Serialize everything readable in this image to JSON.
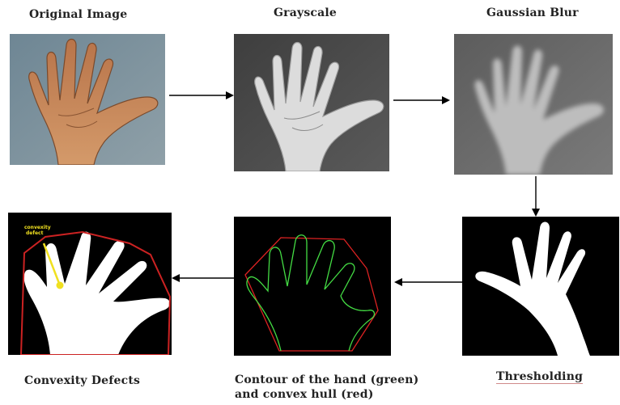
{
  "labels": {
    "original": "Original Image",
    "grayscale": "Grayscale",
    "blur": "Gaussian Blur",
    "threshold": "Thresholding",
    "contour_line1": "Contour of the hand (green)",
    "contour_line2": "and convex hull (red)",
    "defects": "Convexity Defects",
    "defect_annotation_line1": "convexity",
    "defect_annotation_line2": "defect"
  },
  "colors": {
    "skin": "#c98a5b",
    "skin_dark": "#8a5533",
    "original_bg": "#7d8f9a",
    "gray_bg": "#4a4a4a",
    "gray_hand": "#d9d9d9",
    "blur_bg": "#6a6a6a",
    "blur_hand": "#b8b8b8",
    "contour": "#44dd44",
    "hull": "#dd2222",
    "defect_marker": "#f0e020"
  }
}
